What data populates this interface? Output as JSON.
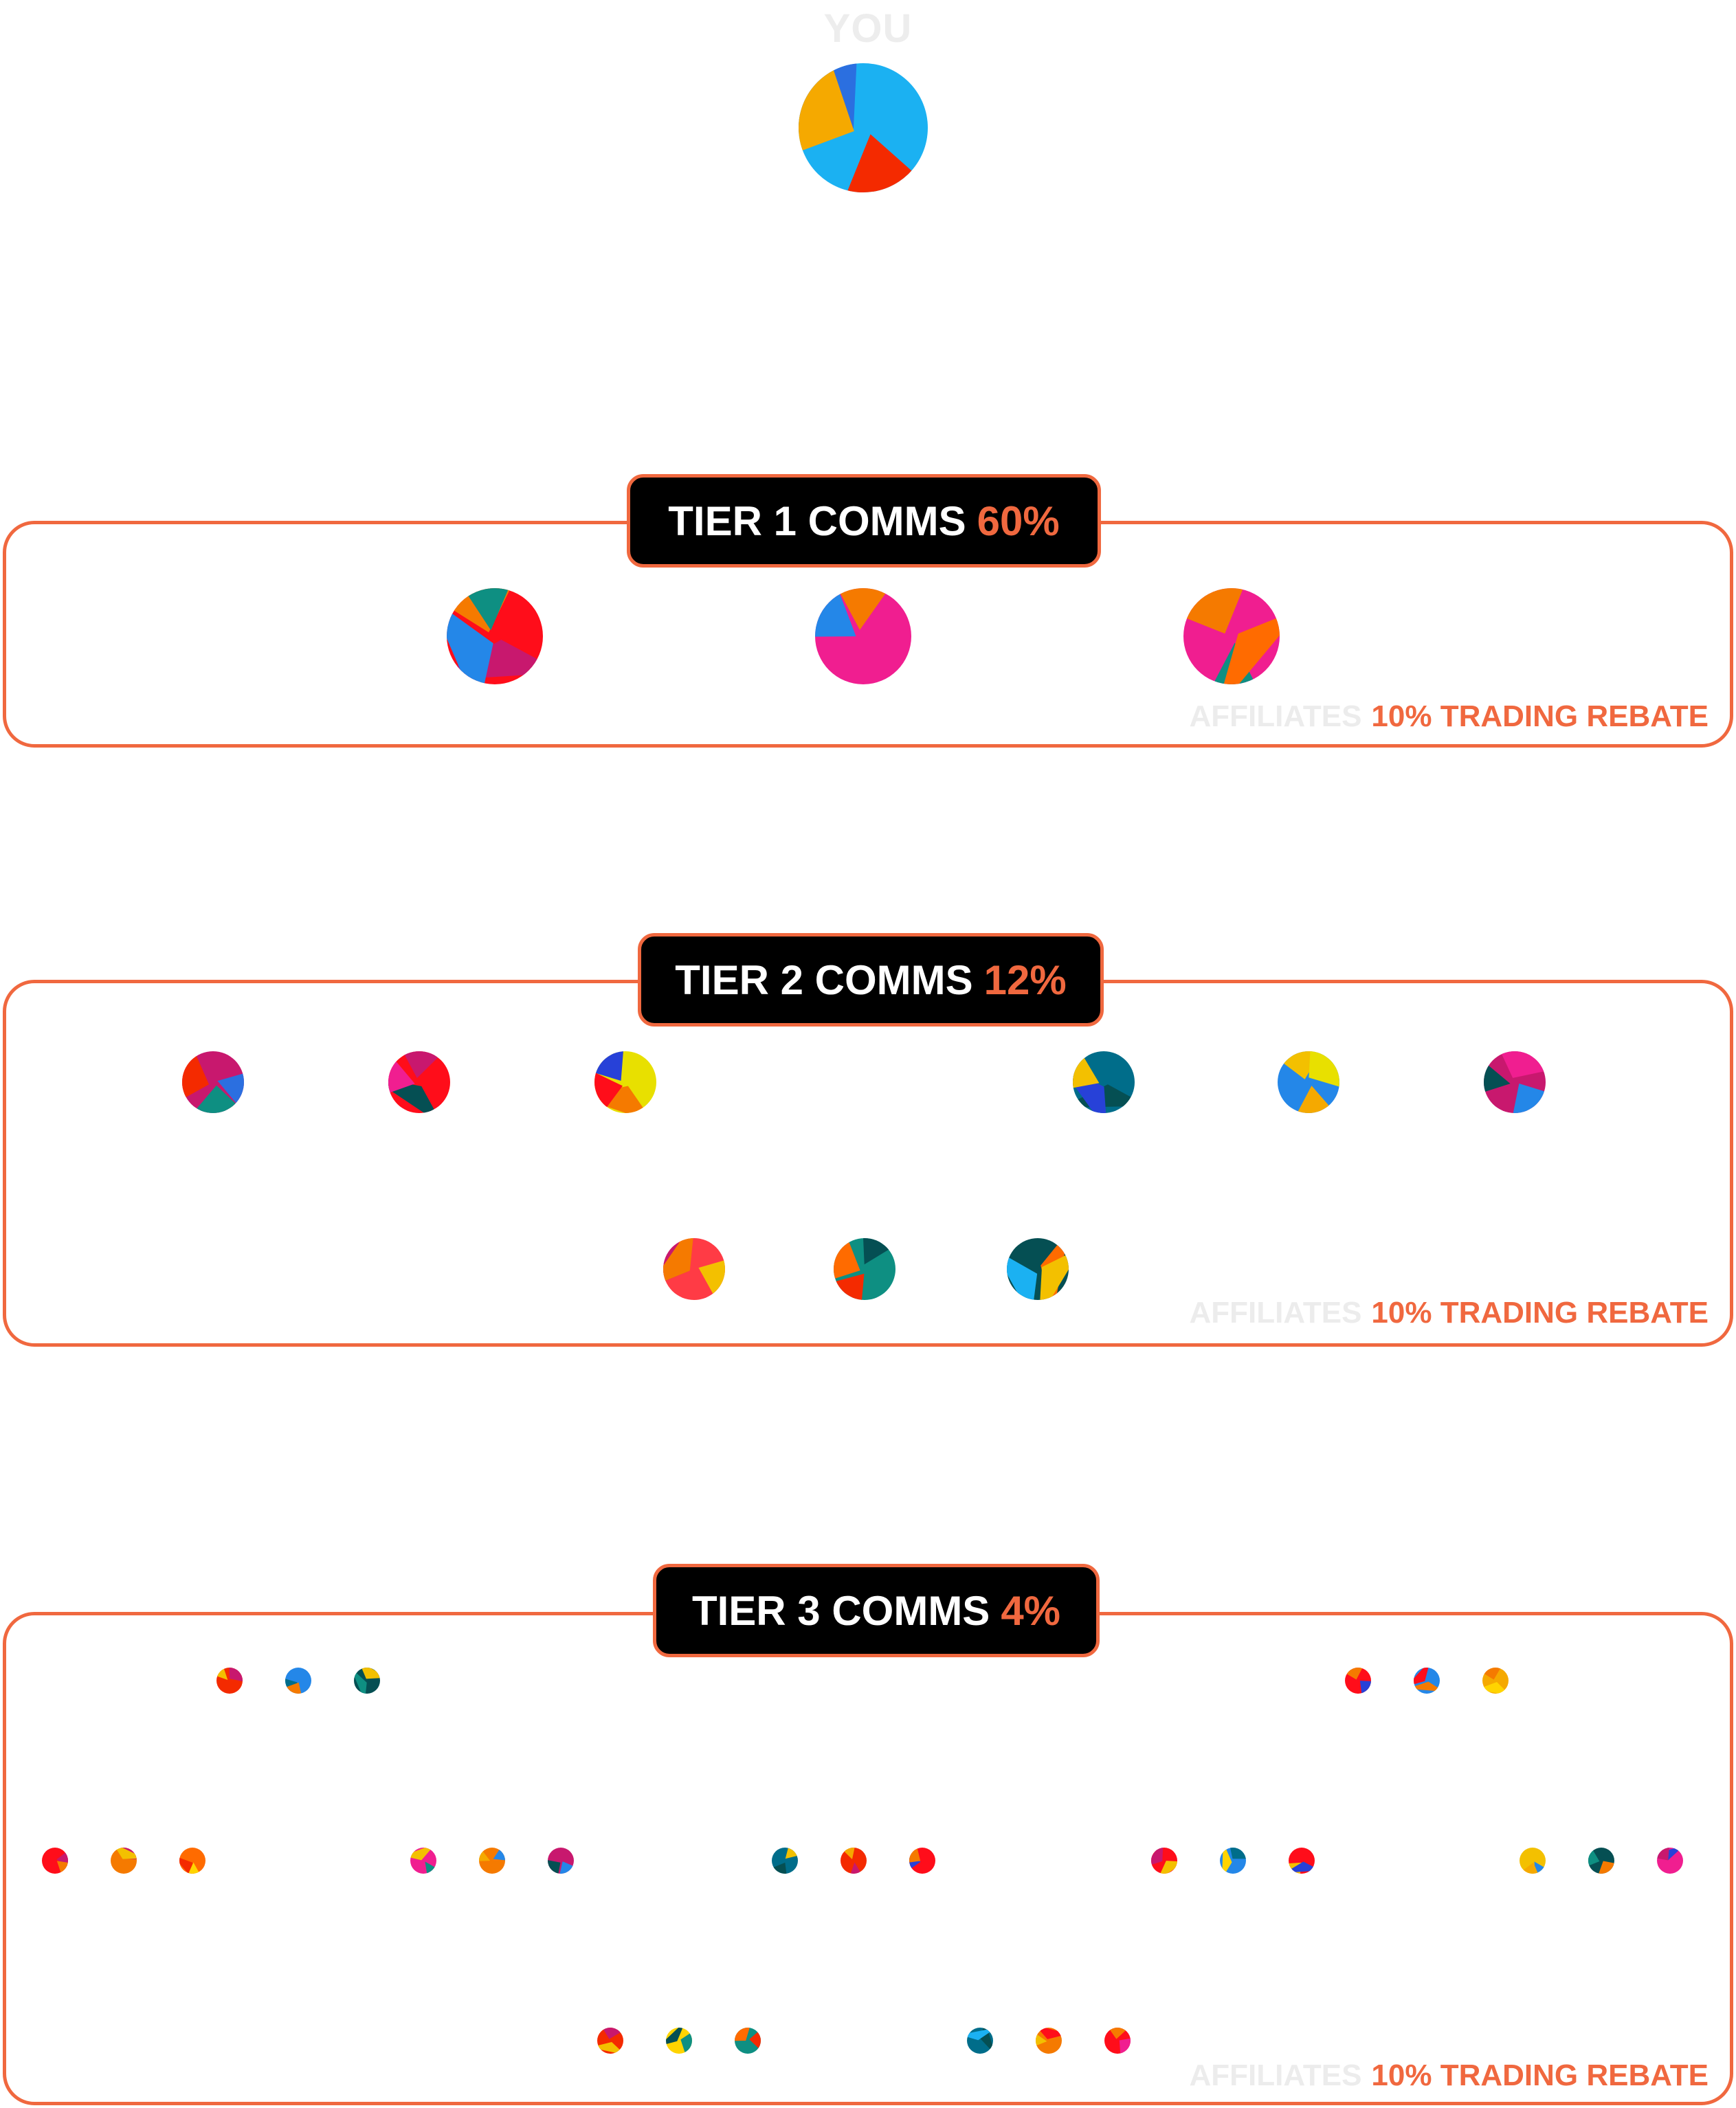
{
  "you": {
    "label": "YOU"
  },
  "tiers": [
    {
      "badge_prefix": "TIER 1 COMMS",
      "badge_pct": "60%",
      "affiliates": "AFFILIATES",
      "rebate": "10% TRADING REBATE"
    },
    {
      "badge_prefix": "TIER 2 COMMS",
      "badge_pct": "12%",
      "affiliates": "AFFILIATES",
      "rebate": "10% TRADING REBATE"
    },
    {
      "badge_prefix": "TIER 3 COMMS",
      "badge_pct": "4%",
      "affiliates": "AFFILIATES",
      "rebate": "10% TRADING REBATE"
    }
  ],
  "palette": {
    "accent": "#f0683f",
    "badge_bg": "#000000",
    "avatar_colors": [
      "#1bb1f2",
      "#2b6fe0",
      "#f42a00",
      "#f5a900",
      "#f01e90",
      "#0e8f82",
      "#f57a00",
      "#c8186e",
      "#ff0d1a",
      "#2487e8",
      "#054f53",
      "#006d8a",
      "#ffd400",
      "#2741d8",
      "#e8e000",
      "#f3c000",
      "#ff6b00",
      "#ff3b45"
    ]
  },
  "avatars": {
    "you": [
      {
        "colors": [
          "#1bb1f2",
          "#2b6fe0",
          "#f42a00",
          "#f5a900"
        ]
      }
    ],
    "tier1": [
      {
        "colors": [
          "#ff0d1a",
          "#c8186e",
          "#f57a00",
          "#2487e8",
          "#0e8f82"
        ]
      },
      {
        "colors": [
          "#f01e90",
          "#2487e8",
          "#f57a00"
        ]
      },
      {
        "colors": [
          "#f01e90",
          "#f57a00",
          "#0e8f82",
          "#ff6b00"
        ]
      }
    ],
    "tier2": [
      {
        "colors": [
          "#c8186e",
          "#0e8f82",
          "#2b6fe0",
          "#f42a00"
        ]
      },
      {
        "colors": [
          "#ff0d1a",
          "#c8186e",
          "#054f53",
          "#f01e90"
        ]
      },
      {
        "colors": [
          "#e8e000",
          "#2741d8",
          "#f57a00",
          "#ff0d1a"
        ]
      },
      {
        "colors": [
          "#006d8a",
          "#054f53",
          "#2741d8",
          "#f3c000"
        ]
      },
      {
        "colors": [
          "#2487e8",
          "#f3c000",
          "#e8e000",
          "#f5a900"
        ]
      },
      {
        "colors": [
          "#c8186e",
          "#054f53",
          "#2487e8",
          "#f01e90"
        ]
      },
      {
        "colors": [
          "#ff3b45",
          "#f3c000",
          "#c8186e",
          "#f57a00"
        ]
      },
      {
        "colors": [
          "#0e8f82",
          "#ff6b00",
          "#f42a00",
          "#054f53"
        ]
      },
      {
        "colors": [
          "#054f53",
          "#1bb1f2",
          "#ff6b00",
          "#f3c000"
        ]
      }
    ],
    "tier3": [
      {
        "colors": [
          "#f42a00",
          "#c8186e",
          "#f3c000"
        ]
      },
      {
        "colors": [
          "#2487e8",
          "#006d8a",
          "#f57a00"
        ]
      },
      {
        "colors": [
          "#054f53",
          "#f3c000",
          "#0e8f82"
        ]
      },
      {
        "colors": [
          "#ff0d1a",
          "#2741d8",
          "#f57a00"
        ]
      },
      {
        "colors": [
          "#2487e8",
          "#f57a00",
          "#ff0d1a"
        ]
      },
      {
        "colors": [
          "#f5a900",
          "#f57a00",
          "#ffd400"
        ]
      },
      {
        "colors": [
          "#ff0d1a",
          "#c8186e",
          "#f57a00"
        ]
      },
      {
        "colors": [
          "#f57a00",
          "#c8186e",
          "#f3c000"
        ]
      },
      {
        "colors": [
          "#ff6b00",
          "#f42a00",
          "#ffd400"
        ]
      },
      {
        "colors": [
          "#f01e90",
          "#0e8f82",
          "#f3c000"
        ]
      },
      {
        "colors": [
          "#f57a00",
          "#2487e8",
          "#f5a900"
        ]
      },
      {
        "colors": [
          "#c8186e",
          "#054f53",
          "#2487e8"
        ]
      },
      {
        "colors": [
          "#006d8a",
          "#054f53",
          "#f3c000"
        ]
      },
      {
        "colors": [
          "#f42a00",
          "#c8186e",
          "#f5a900"
        ]
      },
      {
        "colors": [
          "#ff0d1a",
          "#2741d8",
          "#f57a00"
        ]
      },
      {
        "colors": [
          "#ff0d1a",
          "#f3c000",
          "#c8186e"
        ]
      },
      {
        "colors": [
          "#2487e8",
          "#ffd400",
          "#006d8a"
        ]
      },
      {
        "colors": [
          "#ff0d1a",
          "#f3c000",
          "#2741d8"
        ]
      },
      {
        "colors": [
          "#f3c000",
          "#2487e8",
          "#f5a900"
        ]
      },
      {
        "colors": [
          "#054f53",
          "#f57a00",
          "#0e8f82"
        ]
      },
      {
        "colors": [
          "#f01e90",
          "#2741d8",
          "#c8186e"
        ]
      },
      {
        "colors": [
          "#f42a00",
          "#f3c000",
          "#c8186e"
        ]
      },
      {
        "colors": [
          "#ffd400",
          "#0e8f82",
          "#054f53"
        ]
      },
      {
        "colors": [
          "#0e8f82",
          "#f42a00",
          "#ff6b00"
        ]
      },
      {
        "colors": [
          "#006d8a",
          "#054f53",
          "#1bb1f2"
        ]
      },
      {
        "colors": [
          "#f57a00",
          "#ff0d1a",
          "#f3c000"
        ]
      },
      {
        "colors": [
          "#ff0d1a",
          "#f01e90",
          "#f57a00"
        ]
      }
    ]
  }
}
